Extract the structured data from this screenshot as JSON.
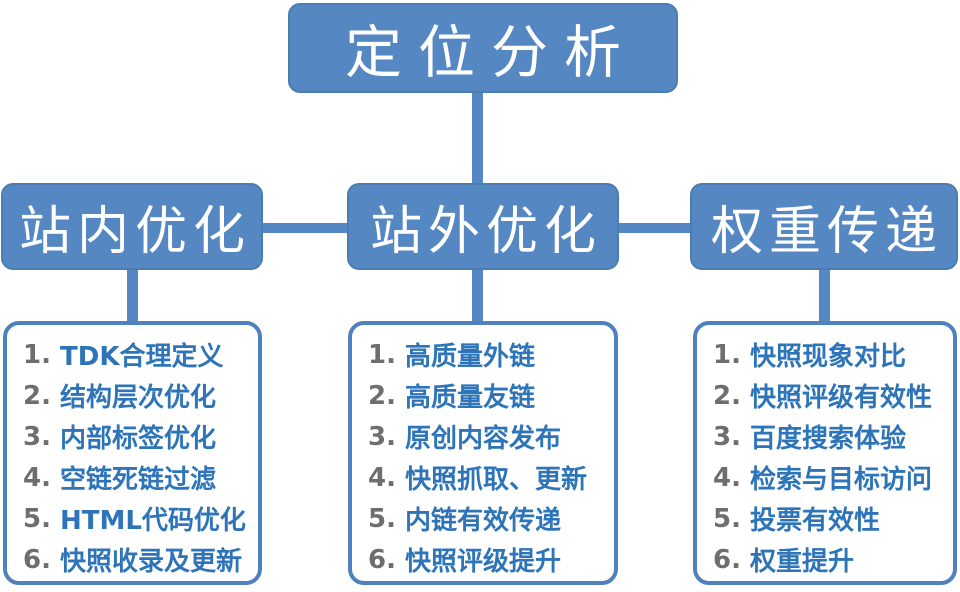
{
  "root": {
    "label": "定位分析"
  },
  "branches": [
    {
      "label": "站内优化",
      "items": [
        {
          "num": "1.",
          "text": "TDK合理定义"
        },
        {
          "num": "2.",
          "text": "结构层次优化"
        },
        {
          "num": "3.",
          "text": "内部标签优化"
        },
        {
          "num": "4.",
          "text": "空链死链过滤"
        },
        {
          "num": "5.",
          "text": "HTML代码优化"
        },
        {
          "num": "6.",
          "text": "快照收录及更新"
        }
      ]
    },
    {
      "label": "站外优化",
      "items": [
        {
          "num": "1.",
          "text": "高质量外链"
        },
        {
          "num": "2.",
          "text": "高质量友链"
        },
        {
          "num": "3.",
          "text": "原创内容发布"
        },
        {
          "num": "4.",
          "text": "快照抓取、更新"
        },
        {
          "num": "5.",
          "text": "内链有效传递"
        },
        {
          "num": "6.",
          "text": "快照评级提升"
        }
      ]
    },
    {
      "label": "权重传递",
      "items": [
        {
          "num": "1.",
          "text": "快照现象对比"
        },
        {
          "num": "2.",
          "text": "快照评级有效性"
        },
        {
          "num": "3.",
          "text": "百度搜索体验"
        },
        {
          "num": "4.",
          "text": "检索与目标访问"
        },
        {
          "num": "5.",
          "text": "投票有效性"
        },
        {
          "num": "6.",
          "text": "权重提升"
        }
      ]
    }
  ],
  "colors": {
    "node_fill": "#5587C3",
    "node_border": "#4C7CB0",
    "node_text": "#FFFFFF",
    "connector": "#5587C3",
    "list_border": "#4F81BD",
    "item_text": "#2E74B8",
    "item_number": "#6E6E6E",
    "background": "#FFFFFF"
  }
}
